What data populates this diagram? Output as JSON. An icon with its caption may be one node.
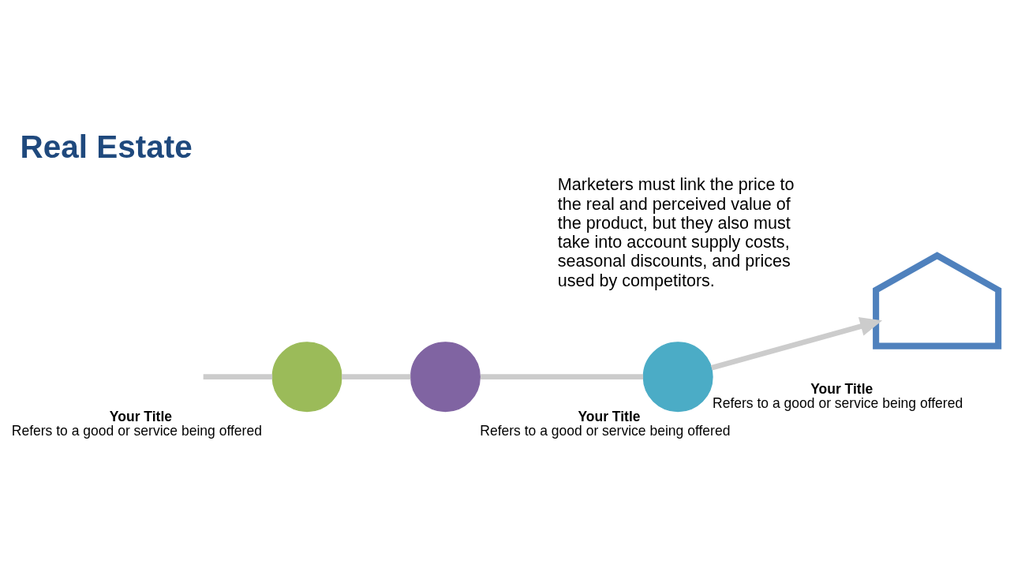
{
  "diagram": {
    "title": "Real Estate",
    "nodes": [
      {
        "text": [],
        "shape": "circle",
        "beside": [
          "Your Title",
          "Refers to a good or service being offered"
        ]
      },
      {
        "text": [],
        "shape": "circle",
        "beside": [
          "Your Title",
          "Refers to a good or service being offered"
        ]
      },
      {
        "text": [],
        "shape": "circle",
        "beside": [
          "Your Title",
          "Refers to a good or service being offered"
        ]
      },
      {
        "text": [],
        "shape": "house"
      }
    ],
    "edges": [
      {
        "from": null,
        "to": 0,
        "arrow": "none"
      },
      {
        "from": 0,
        "to": 1,
        "arrow": "none"
      },
      {
        "from": 1,
        "to": 2,
        "arrow": "none"
      },
      {
        "from": 2,
        "to": 3,
        "arrow": "to"
      }
    ],
    "labels": [
      "Marketers must link the price to the real and perceived value of the product, but they also must take into account supply costs, seasonal discounts, and prices used by competitors."
    ]
  }
}
